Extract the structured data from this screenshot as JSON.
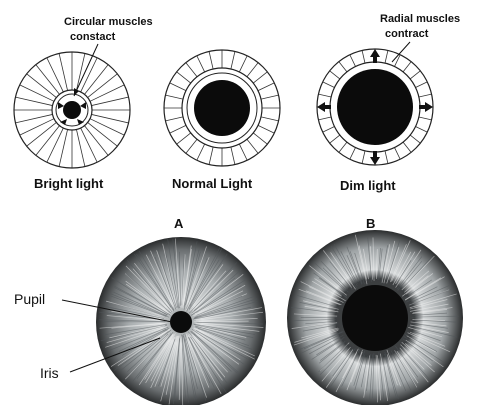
{
  "top": {
    "annotations": {
      "circular": [
        "Circular muscles",
        "constact"
      ],
      "radial": [
        "Radial muscles",
        "contract"
      ]
    },
    "captions": [
      "Bright light",
      "Normal Light",
      "Dim light"
    ]
  },
  "bottom": {
    "panel_labels": [
      "A",
      "B"
    ],
    "callouts": {
      "pupil": "Pupil",
      "iris": "Iris"
    }
  },
  "colors": {
    "ink": "#111111",
    "pupil": "#0b0b0b",
    "iris_light": "#cfd3d4",
    "iris_dark": "#3a3d3f"
  }
}
